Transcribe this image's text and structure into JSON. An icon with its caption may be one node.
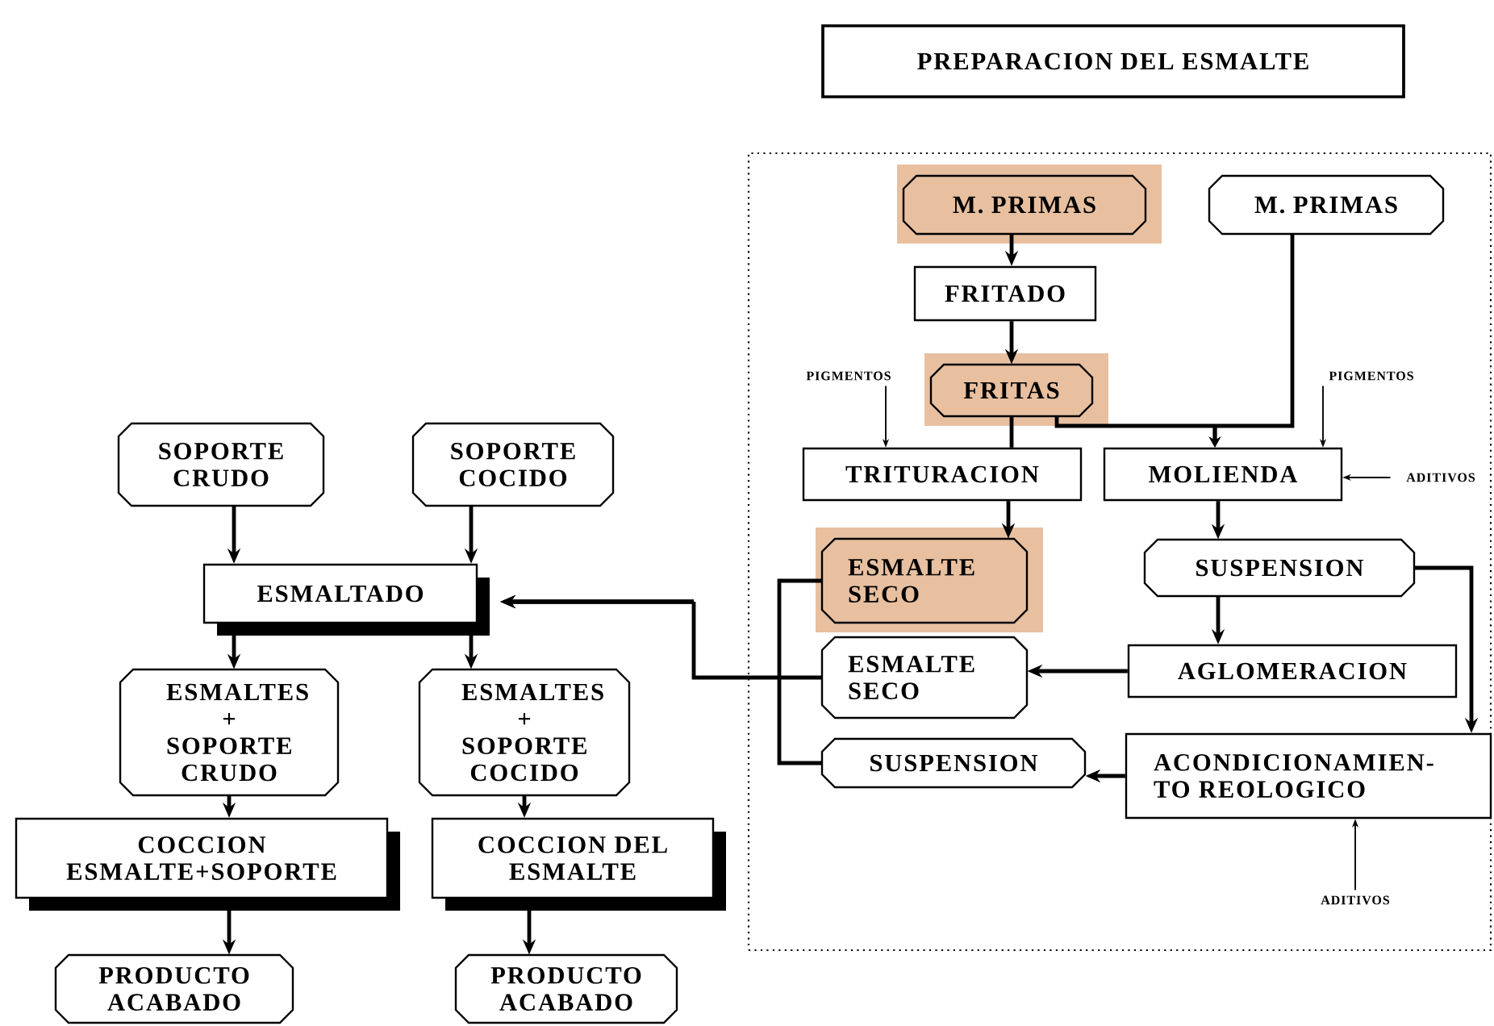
{
  "diagram": {
    "nodes": [
      {
        "text": [
          "PREPARACION DEL ESMALTE"
        ]
      },
      {
        "text": [],
        "shape": "box"
      },
      {
        "text": [
          "M. PRIMAS"
        ],
        "in": 1
      },
      {
        "text": [
          "M. PRIMAS"
        ],
        "in": 1
      },
      {
        "text": [
          "FRITADO"
        ],
        "in": 1
      },
      {
        "text": [
          "FRITAS"
        ],
        "in": 1
      },
      {
        "text": [
          "TRITURACION"
        ],
        "in": 1
      },
      {
        "text": [
          "MOLIENDA"
        ],
        "in": 1
      },
      {
        "text": [
          "ESMALTE SECO"
        ],
        "in": 1
      },
      {
        "text": [
          "SUSPENSION"
        ],
        "in": 1
      },
      {
        "text": [
          "ESMALTE SECO"
        ],
        "in": 1
      },
      {
        "text": [
          "AGLOMERACION"
        ],
        "in": 1
      },
      {
        "text": [
          "SUSPENSION"
        ],
        "in": 1
      },
      {
        "text": [
          "ACONDICIONAMIEN- TO REOLOGICO"
        ],
        "in": 1
      },
      {
        "text": [
          "PIGMENTOS"
        ],
        "in": 1
      },
      {
        "text": [
          "PIGMENTOS"
        ],
        "in": 1
      },
      {
        "text": [
          "ADITIVOS"
        ],
        "in": 1
      },
      {
        "text": [
          "ADITIVOS"
        ],
        "in": 1
      },
      {
        "text": [
          "SOPORTE CRUDO"
        ]
      },
      {
        "text": [
          "SOPORTE COCIDO"
        ]
      },
      {
        "text": [
          "ESMALTADO"
        ]
      },
      {
        "text": [
          "ESMALTES + SOPORTE CRUDO"
        ]
      },
      {
        "text": [
          "ESMALTES + SOPORTE COCIDO"
        ]
      },
      {
        "text": [
          "COCCION ESMALTE+SOPORTE"
        ]
      },
      {
        "text": [
          "COCCION DEL ESMALTE"
        ]
      },
      {
        "text": [
          "PRODUCTO ACABADO"
        ]
      },
      {
        "text": [
          "PRODUCTO ACABADO"
        ]
      }
    ],
    "edges": [
      {
        "from": 2,
        "to": 4,
        "arrow": "to"
      },
      {
        "from": 4,
        "to": 5,
        "arrow": "to"
      },
      {
        "from": 5,
        "to": 6,
        "arrow": "none"
      },
      {
        "from": 3,
        "to": 7,
        "arrow": "to"
      },
      {
        "from": 5,
        "to": 7,
        "arrow": "to"
      },
      {
        "from": 14,
        "to": 6,
        "arrow": "to"
      },
      {
        "from": 15,
        "to": 7,
        "arrow": "to"
      },
      {
        "from": 16,
        "to": 7,
        "arrow": "to"
      },
      {
        "from": 6,
        "to": 8,
        "arrow": "to"
      },
      {
        "from": 7,
        "to": 9,
        "arrow": "to"
      },
      {
        "from": 9,
        "to": 11,
        "arrow": "to"
      },
      {
        "from": 9,
        "to": 13,
        "arrow": "to"
      },
      {
        "from": 11,
        "to": 10,
        "arrow": "to"
      },
      {
        "from": 13,
        "to": 12,
        "arrow": "to"
      },
      {
        "from": 17,
        "to": 13,
        "arrow": "to"
      },
      {
        "from": 8,
        "to": 20,
        "arrow": "to"
      },
      {
        "from": 10,
        "to": 20,
        "arrow": "to"
      },
      {
        "from": 12,
        "to": 20,
        "arrow": "to"
      },
      {
        "from": 18,
        "to": 20,
        "arrow": "to"
      },
      {
        "from": 19,
        "to": 20,
        "arrow": "to"
      },
      {
        "from": 20,
        "to": 21,
        "arrow": "to"
      },
      {
        "from": 20,
        "to": 22,
        "arrow": "to"
      },
      {
        "from": 21,
        "to": 23,
        "arrow": "to"
      },
      {
        "from": 22,
        "to": 24,
        "arrow": "to"
      },
      {
        "from": 23,
        "to": 25,
        "arrow": "to"
      },
      {
        "from": 24,
        "to": 26,
        "arrow": "to"
      }
    ]
  }
}
